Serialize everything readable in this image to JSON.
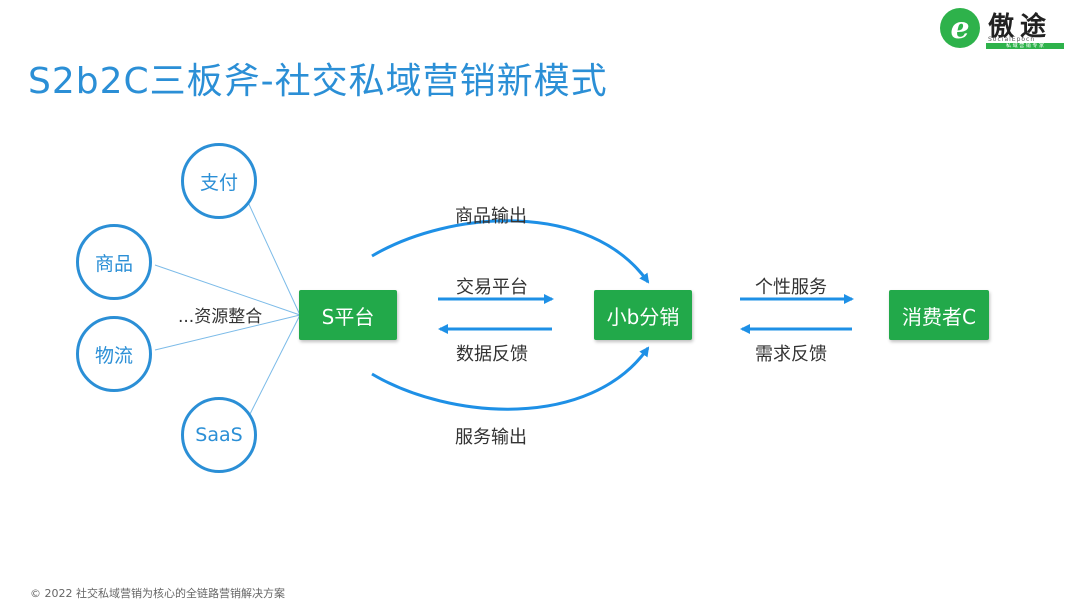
{
  "title": "S2b2C三板斧-社交私域营销新模式",
  "logo": {
    "mark": "e",
    "text": "傲途",
    "sub": "SocialEpoch",
    "bar": "私 域 营 销 专 家"
  },
  "resources": {
    "pay": "支付",
    "goods": "商品",
    "logistics": "物流",
    "saas": "SaaS",
    "integration": "...资源整合"
  },
  "nodes": {
    "s_platform": "S平台",
    "b_distribution": "小b分销",
    "consumer": "消费者C"
  },
  "flows": {
    "goods_output": "商品输出",
    "trade_platform": "交易平台",
    "data_feedback": "数据反馈",
    "service_output": "服务输出",
    "personal_service": "个性服务",
    "demand_feedback": "需求反馈"
  },
  "colors": {
    "accent": "#2b8fd6",
    "green": "#22a94a",
    "arrow": "#1e90e6"
  },
  "footer": "© 2022 社交私域营销为核心的全链路营销解决方案"
}
